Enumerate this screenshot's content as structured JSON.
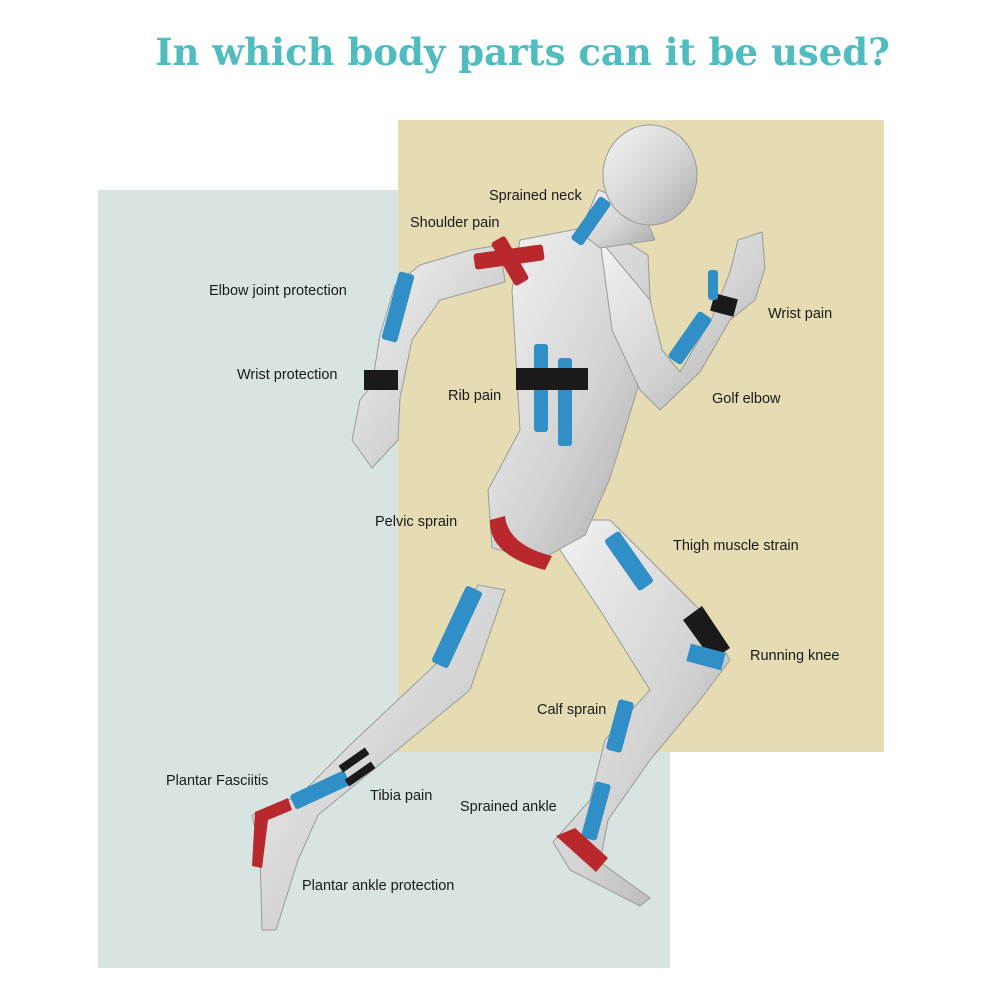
{
  "title": "In which body parts can it be used?",
  "colors": {
    "accent_title": "#4fbcc0",
    "panel_left": "#d7e4e1",
    "panel_right": "#e5dcb3",
    "tape_blue": "#2f8fc6",
    "tape_red": "#b8282c",
    "tape_black": "#1a1a1a"
  },
  "labels": {
    "sprained_neck": "Sprained neck",
    "shoulder_pain": "Shoulder pain",
    "elbow_joint_protection": "Elbow joint protection",
    "wrist_pain": "Wrist pain",
    "wrist_protection": "Wrist protection",
    "rib_pain": "Rib pain",
    "golf_elbow": "Golf elbow",
    "pelvic_sprain": "Pelvic sprain",
    "thigh_muscle_strain": "Thigh muscle strain",
    "running_knee": "Running knee",
    "calf_sprain": "Calf sprain",
    "plantar_fasciitis": "Plantar Fasciitis",
    "tibia_pain": "Tibia pain",
    "sprained_ankle": "Sprained ankle",
    "plantar_ankle_protection": "Plantar ankle protection"
  }
}
